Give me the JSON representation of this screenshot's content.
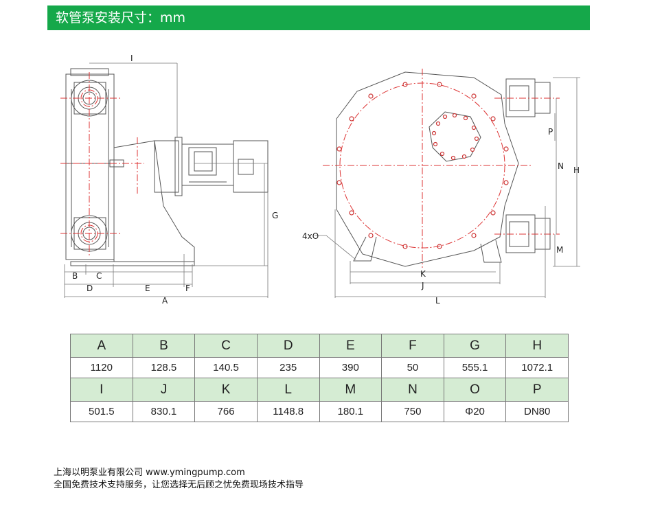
{
  "header": {
    "title": "软管泵安装尺寸：mm",
    "color": "#15a84a"
  },
  "drawing": {
    "side_labels": [
      "I",
      "G",
      "B",
      "C",
      "D",
      "E",
      "F",
      "A"
    ],
    "front_labels": [
      "4xO",
      "P",
      "N",
      "H",
      "M",
      "K",
      "J",
      "L"
    ]
  },
  "table": {
    "header_bg": "#d5ecd3",
    "rows": [
      {
        "keys": [
          "A",
          "B",
          "C",
          "D",
          "E",
          "F",
          "G",
          "H"
        ],
        "values": [
          "1120",
          "128.5",
          "140.5",
          "235",
          "390",
          "50",
          "555.1",
          "1072.1"
        ]
      },
      {
        "keys": [
          "I",
          "J",
          "K",
          "L",
          "M",
          "N",
          "O",
          "P"
        ],
        "values": [
          "501.5",
          "830.1",
          "766",
          "1148.8",
          "180.1",
          "750",
          "Φ20",
          "DN80"
        ]
      }
    ]
  },
  "footer": {
    "line1": "上海以明泵业有限公司   www.ymingpump.com",
    "line2": "全国免费技术支持服务，让您选择无后顾之忧免费现场技术指导"
  }
}
